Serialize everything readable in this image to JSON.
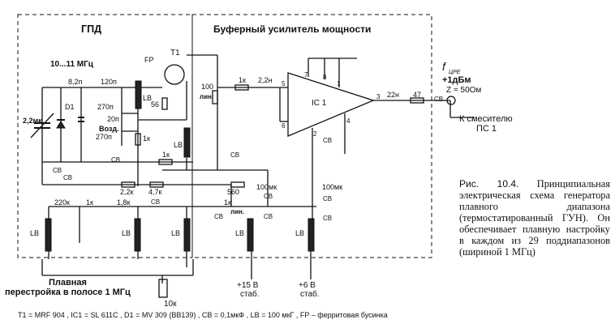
{
  "blocks": {
    "gpd": "ГПД",
    "buffer": "Буферный усилитель мощности"
  },
  "freq_range": "10...11 МГц",
  "parts": {
    "fp": "FP",
    "t1": "T1",
    "ic1": "IC 1",
    "d1": "D1",
    "c_8_2p": "8,2п",
    "c_120p": "120п",
    "c_270p_a": "270п",
    "c_20p": "20п",
    "c_270p_b": "270п",
    "c_2_2m": "2,2мк",
    "air": "Возд.",
    "r_56": "56",
    "r_1k_a": "1к",
    "r_1k_b": "1к",
    "pot_100": "100",
    "pot_lin": "лин.",
    "r_1k_c": "1к",
    "c_2_2n": "2,2н",
    "c_22n": "22н",
    "r_47": "47",
    "r_2_2k": "2,2к",
    "r_4_7k": "4,7к",
    "r_560": "560",
    "r_220k": "220к",
    "pot_1k_a": "1к",
    "r_1_8k": "1,8к",
    "pot_1k_b": "1к",
    "pot_lin_b": "лин.",
    "c_100mk_a": "100мк",
    "c_100mk_b": "100мк",
    "pot_10k": "10к",
    "cb": "CB",
    "lb": "LB"
  },
  "pins": [
    "7",
    "8",
    "1",
    "5",
    "6",
    "3",
    "2",
    "4"
  ],
  "output": {
    "f_label": "f",
    "f_sub": "ЦРЕ",
    "level": "+1дБм",
    "impedance": "Z = 50Ом",
    "to_mixer": "К смесителю",
    "ps": "ПС 1"
  },
  "supplies": {
    "v15": "+15 В",
    "v6": "+6 В",
    "stab": "стаб."
  },
  "tuning_label": {
    "line1": "Плавная",
    "line2": "перестройка в полосе 1 МГц"
  },
  "footnote": "T1 = MRF 904 , IC1 = SL 611C , D1 = MV 309 (BB139) , CB = 0,1мкФ , LB = 100 мкГ , FP – ферритовая бусинка",
  "caption": {
    "fig": "Рис. 10.4.",
    "text1": " Принципиальная электрическая схема генератора плавного диапазона (термостатированный ГУН). Он обеспечивает плавную настройку в каждом из 29 поддиапазонов ",
    "text2": "(шириной 1 МГц)"
  }
}
